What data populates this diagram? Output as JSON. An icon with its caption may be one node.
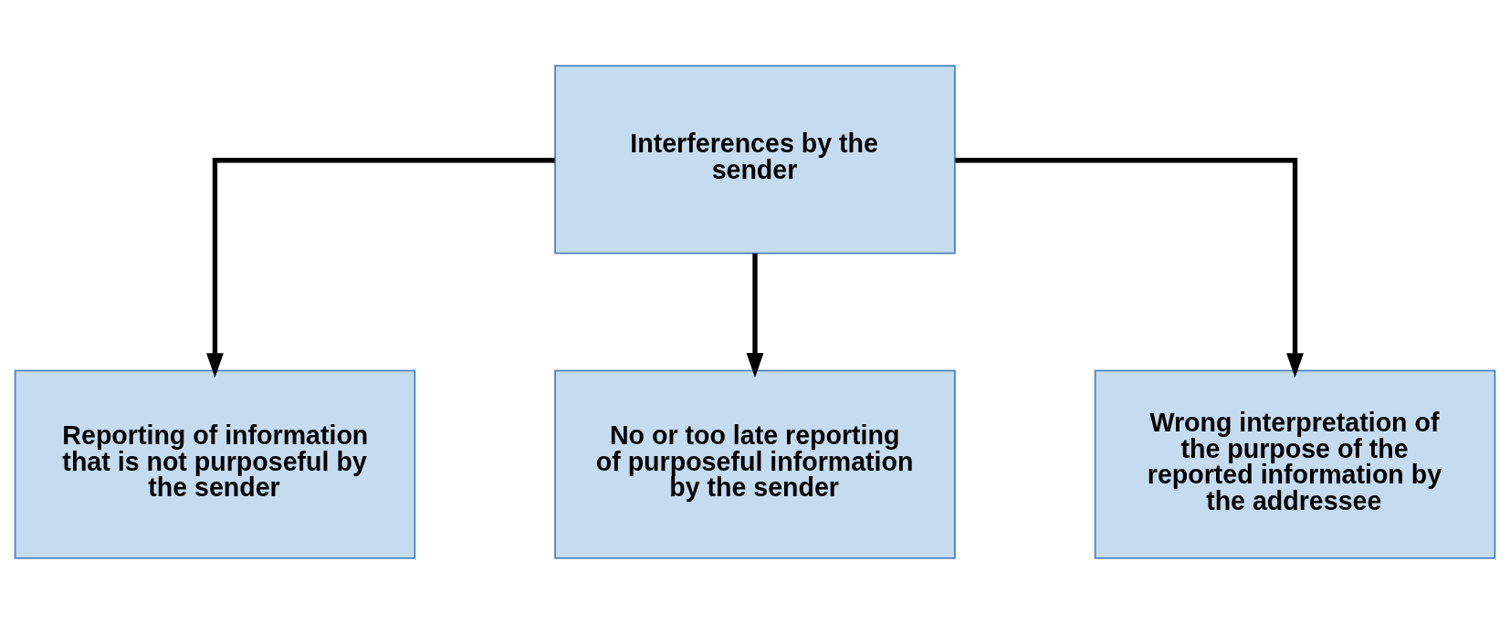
{
  "diagram": {
    "nodes": [
      {
        "text": [
          "Interferences by the sender"
        ]
      },
      {
        "text": [
          "Reporting of information that is not purposeful by the sender"
        ]
      },
      {
        "text": [
          "No or too late reporting of purposeful information by the sender"
        ]
      },
      {
        "text": [
          "Wrong interpretation of the purpose of the reported information by the addressee"
        ]
      }
    ],
    "edges": [
      {
        "from": 0,
        "to": 1,
        "arrow": "to"
      },
      {
        "from": 0,
        "to": 2,
        "arrow": "to"
      },
      {
        "from": 0,
        "to": 3,
        "arrow": "to"
      }
    ]
  }
}
